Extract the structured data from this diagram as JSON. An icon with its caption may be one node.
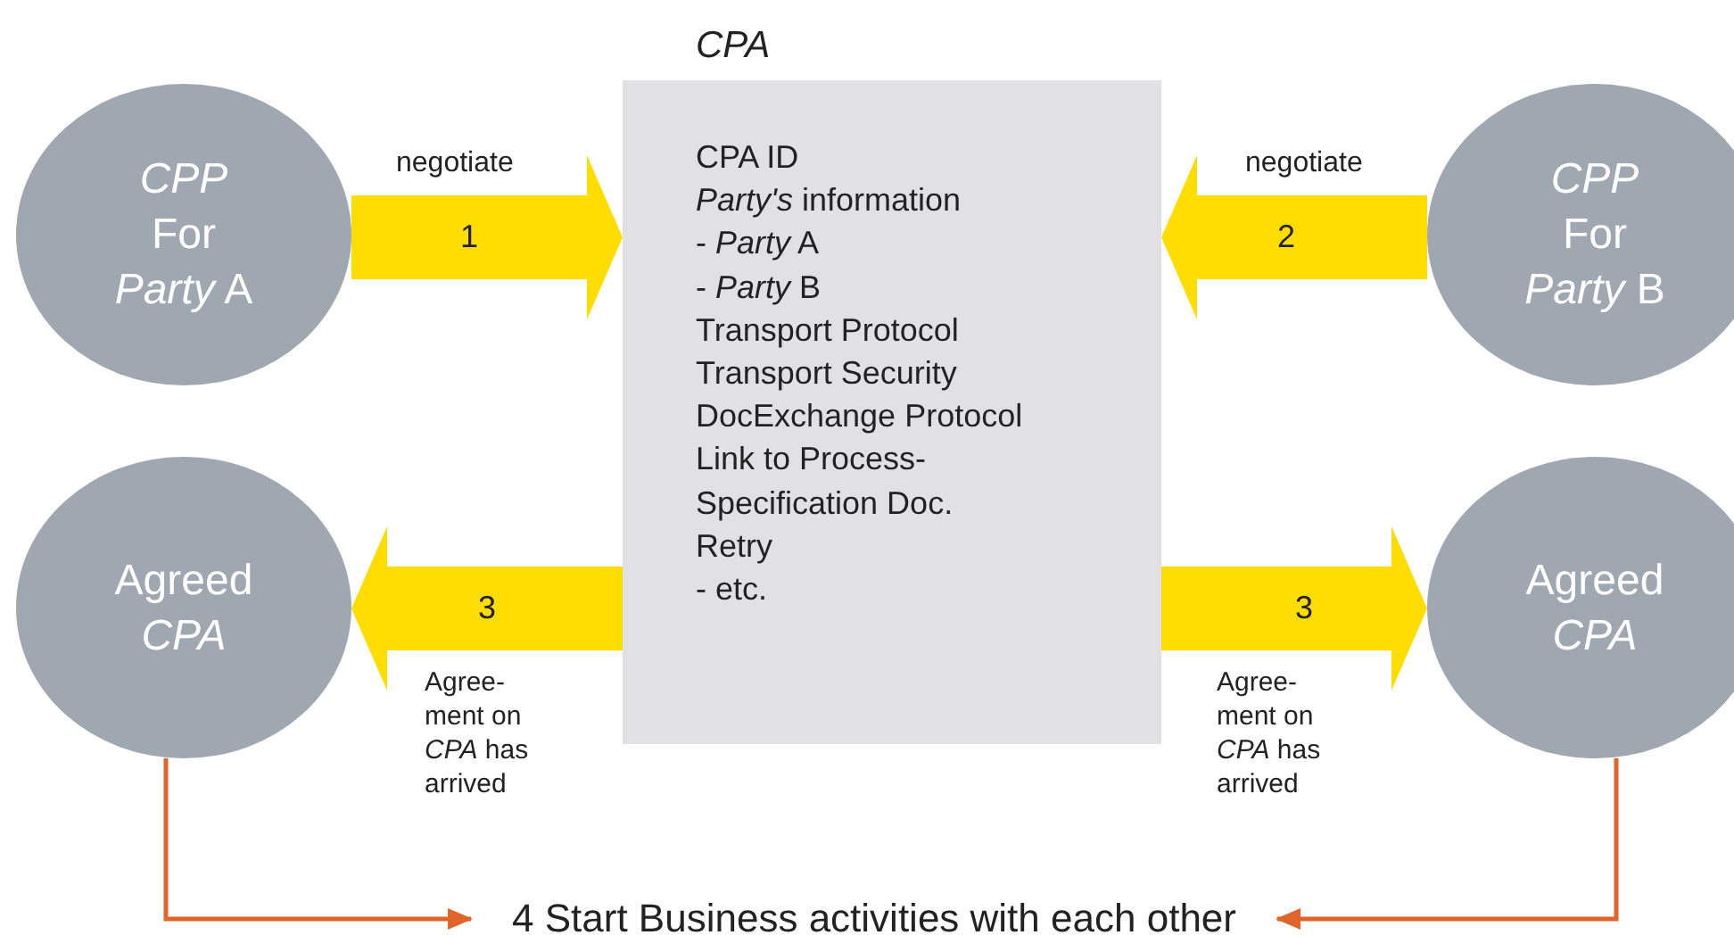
{
  "diagram": {
    "nodes": [
      {
        "text": [
          "*CPP* For *Party* A"
        ]
      },
      {
        "text": [
          "CPA",
          "CPA ID",
          "*Party's* information",
          "- *Party* A",
          "- *Party* B",
          "Transport Protocol",
          "Transport Security",
          "DocExchange Protocol",
          "Link to Process-Specification Doc.",
          "Retry",
          "- etc."
        ]
      },
      {
        "text": [
          "*CPP* For *Party* B"
        ]
      },
      {
        "text": [
          "Agreed *CPA*"
        ]
      },
      {
        "text": [
          "Agreed *CPA*"
        ]
      },
      {
        "text": [
          "4 Start Business activities with each other"
        ]
      }
    ],
    "edges": [
      {
        "from": 0,
        "to": 1,
        "arrow": "to",
        "label": "1"
      },
      {
        "from": 2,
        "to": 1,
        "arrow": "to",
        "label": "2"
      },
      {
        "from": 1,
        "to": 3,
        "arrow": "to",
        "label": "3"
      },
      {
        "from": 1,
        "to": 4,
        "arrow": "to",
        "label": "3"
      },
      {
        "from": 3,
        "to": 5,
        "arrow": "to",
        "color": "#e0652a"
      },
      {
        "from": 4,
        "to": 5,
        "arrow": "to",
        "color": "#e0652a"
      }
    ],
    "labels": [
      "negotiate",
      "negotiate",
      "Agree-ment on *CPA* has arrived",
      "Agree-ment on *CPA* has arrived"
    ]
  }
}
